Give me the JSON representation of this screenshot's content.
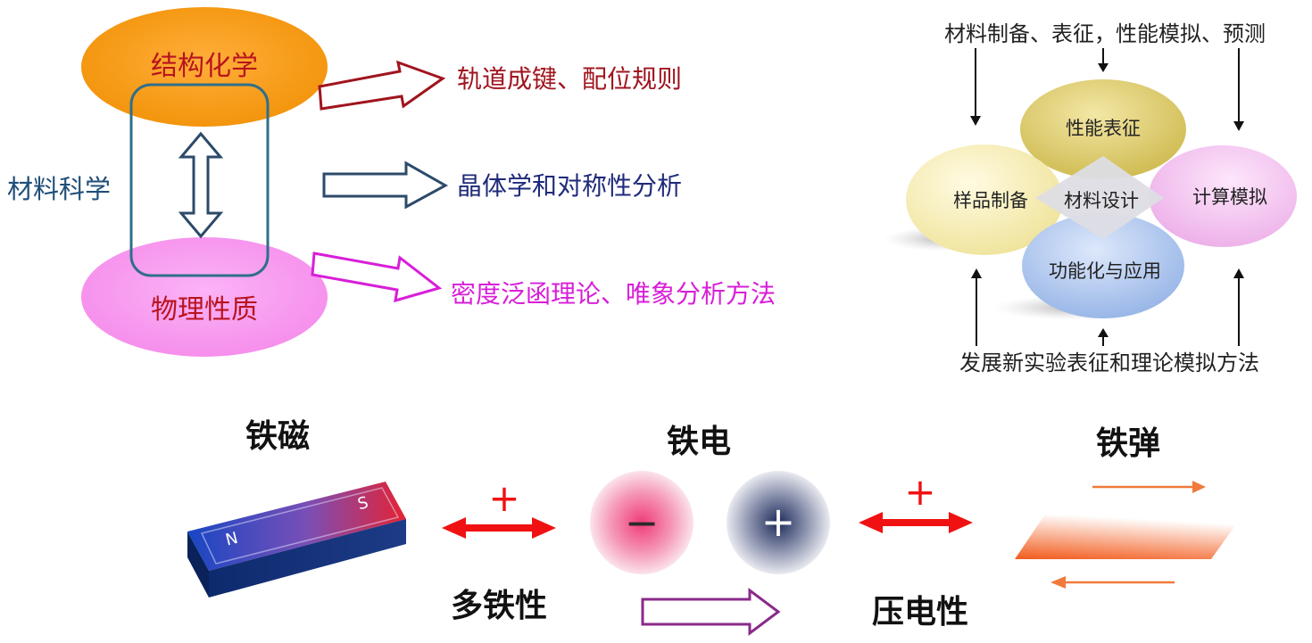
{
  "left_panel": {
    "top_ellipse_label": "结构化学",
    "bottom_ellipse_label": "物理性质",
    "side_label": "材料科学",
    "arrows": [
      {
        "label": "轨道成键、配位规则",
        "color": "#a0141e"
      },
      {
        "label": "晶体学和对称性分析",
        "color": "#1f2a7a"
      },
      {
        "label": "密度泛函理论、唯象分析方法",
        "color": "#d81ed8"
      }
    ],
    "colors": {
      "top_ellipse": "#f79a12",
      "bottom_ellipse": "#f99cf2",
      "frame": "#2f6f8a",
      "top_text": "#b8141e",
      "bottom_text": "#b8141e",
      "side_text": "#1f4e79"
    }
  },
  "right_panel": {
    "top_caption": "材料制备、表征，性能模拟、预测",
    "bottom_caption": "发展新实验表征和理论模拟方法",
    "center_label": "材料设计",
    "petals": [
      {
        "label": "性能表征",
        "color": "#e3d26a"
      },
      {
        "label": "样品制备",
        "color": "#fbf3b8"
      },
      {
        "label": "计算模拟",
        "color": "#f6c6f3"
      },
      {
        "label": "功能化与应用",
        "color": "#b7cdf2"
      }
    ]
  },
  "bottom_panel": {
    "ferromagnetic_label": "铁磁",
    "ferroelectric_label": "铁电",
    "ferroelastic_label": "铁弹",
    "multiferroic_label": "多铁性",
    "piezoelectric_label": "压电性",
    "magnet_north": "N",
    "magnet_south": "S",
    "plus_sign_left": "+",
    "plus_sign_right": "+",
    "negative_charge": "−",
    "positive_charge": "+"
  }
}
